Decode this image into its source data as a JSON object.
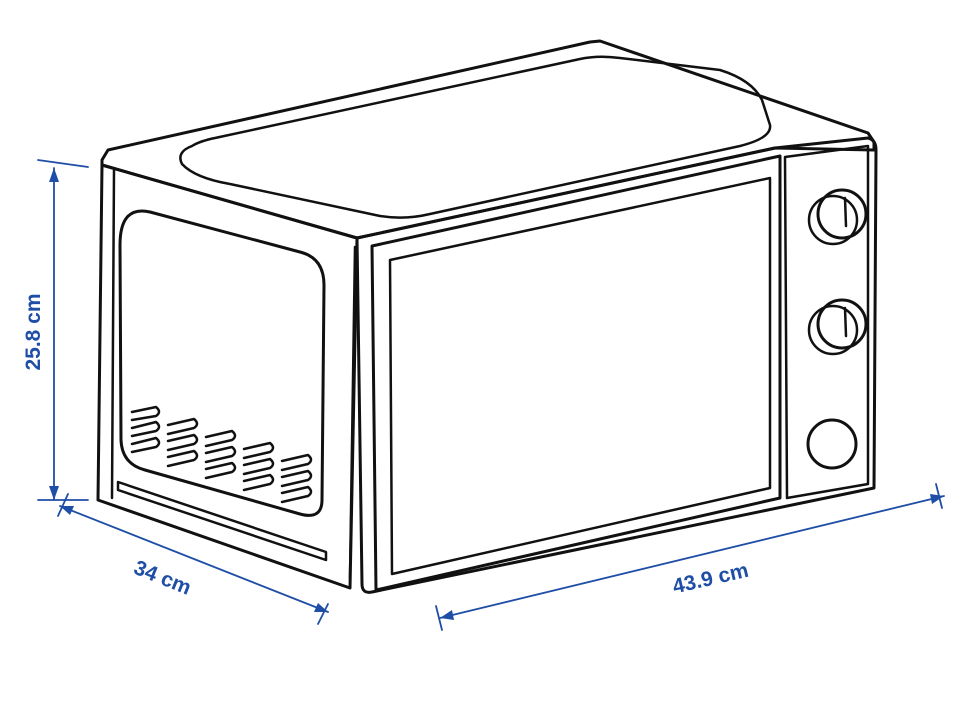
{
  "colors": {
    "line": "#111111",
    "dimension": "#1f4ea6",
    "background": "#ffffff"
  },
  "product": {
    "name_icon": "microwave-oven-line-drawing",
    "knobs": 3
  },
  "dimensions": {
    "height": {
      "value": 25.8,
      "label": "25.8 cm"
    },
    "depth": {
      "value": 34,
      "label": "34 cm"
    },
    "width": {
      "value": 43.9,
      "label": "43.9 cm"
    }
  }
}
